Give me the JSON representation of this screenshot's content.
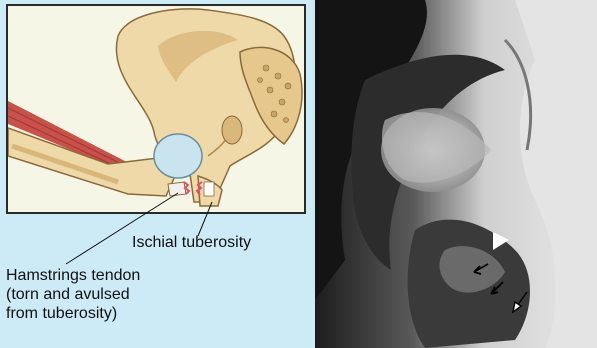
{
  "labels": {
    "ischial_tuberosity": "Ischial tuberosity",
    "hamstrings_tendon": {
      "line1": "Hamstrings tendon",
      "line2": "(torn and avulsed",
      "line3": "from tuberosity)"
    }
  },
  "colors": {
    "background": "#cdeaf7",
    "illustration_bg": "#f5f6e6",
    "bone": "#efd9a8",
    "bone_shade": "#d9b77a",
    "cartilage": "#c9e3ef",
    "muscle": "#c8524a",
    "tear": "#e0506a",
    "xray_dark": "#1a1a1a",
    "xray_light": "#e8e8e8"
  },
  "xray": {
    "arrow_icons": [
      "arrow-icon",
      "arrow-icon",
      "open-arrow-icon"
    ],
    "arrowhead_marker": "white-arrowhead-icon"
  }
}
